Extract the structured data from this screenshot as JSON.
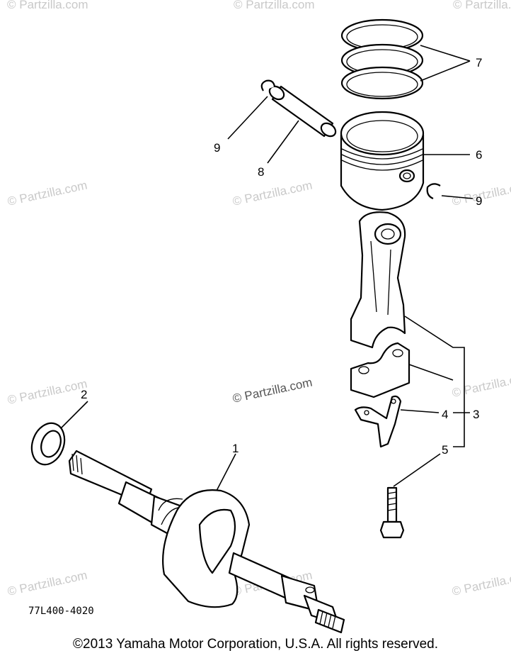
{
  "watermark": "© Partzilla.com",
  "diagram_code": "77L400-4020",
  "copyright": "©2013  Yamaha Motor Corporation, U.S.A. All rights reserved.",
  "callouts": {
    "c1": "1",
    "c2": "2",
    "c3": "3",
    "c4": "4",
    "c5": "5",
    "c6": "6",
    "c7": "7",
    "c8": "8",
    "c9a": "9",
    "c9b": "9"
  }
}
